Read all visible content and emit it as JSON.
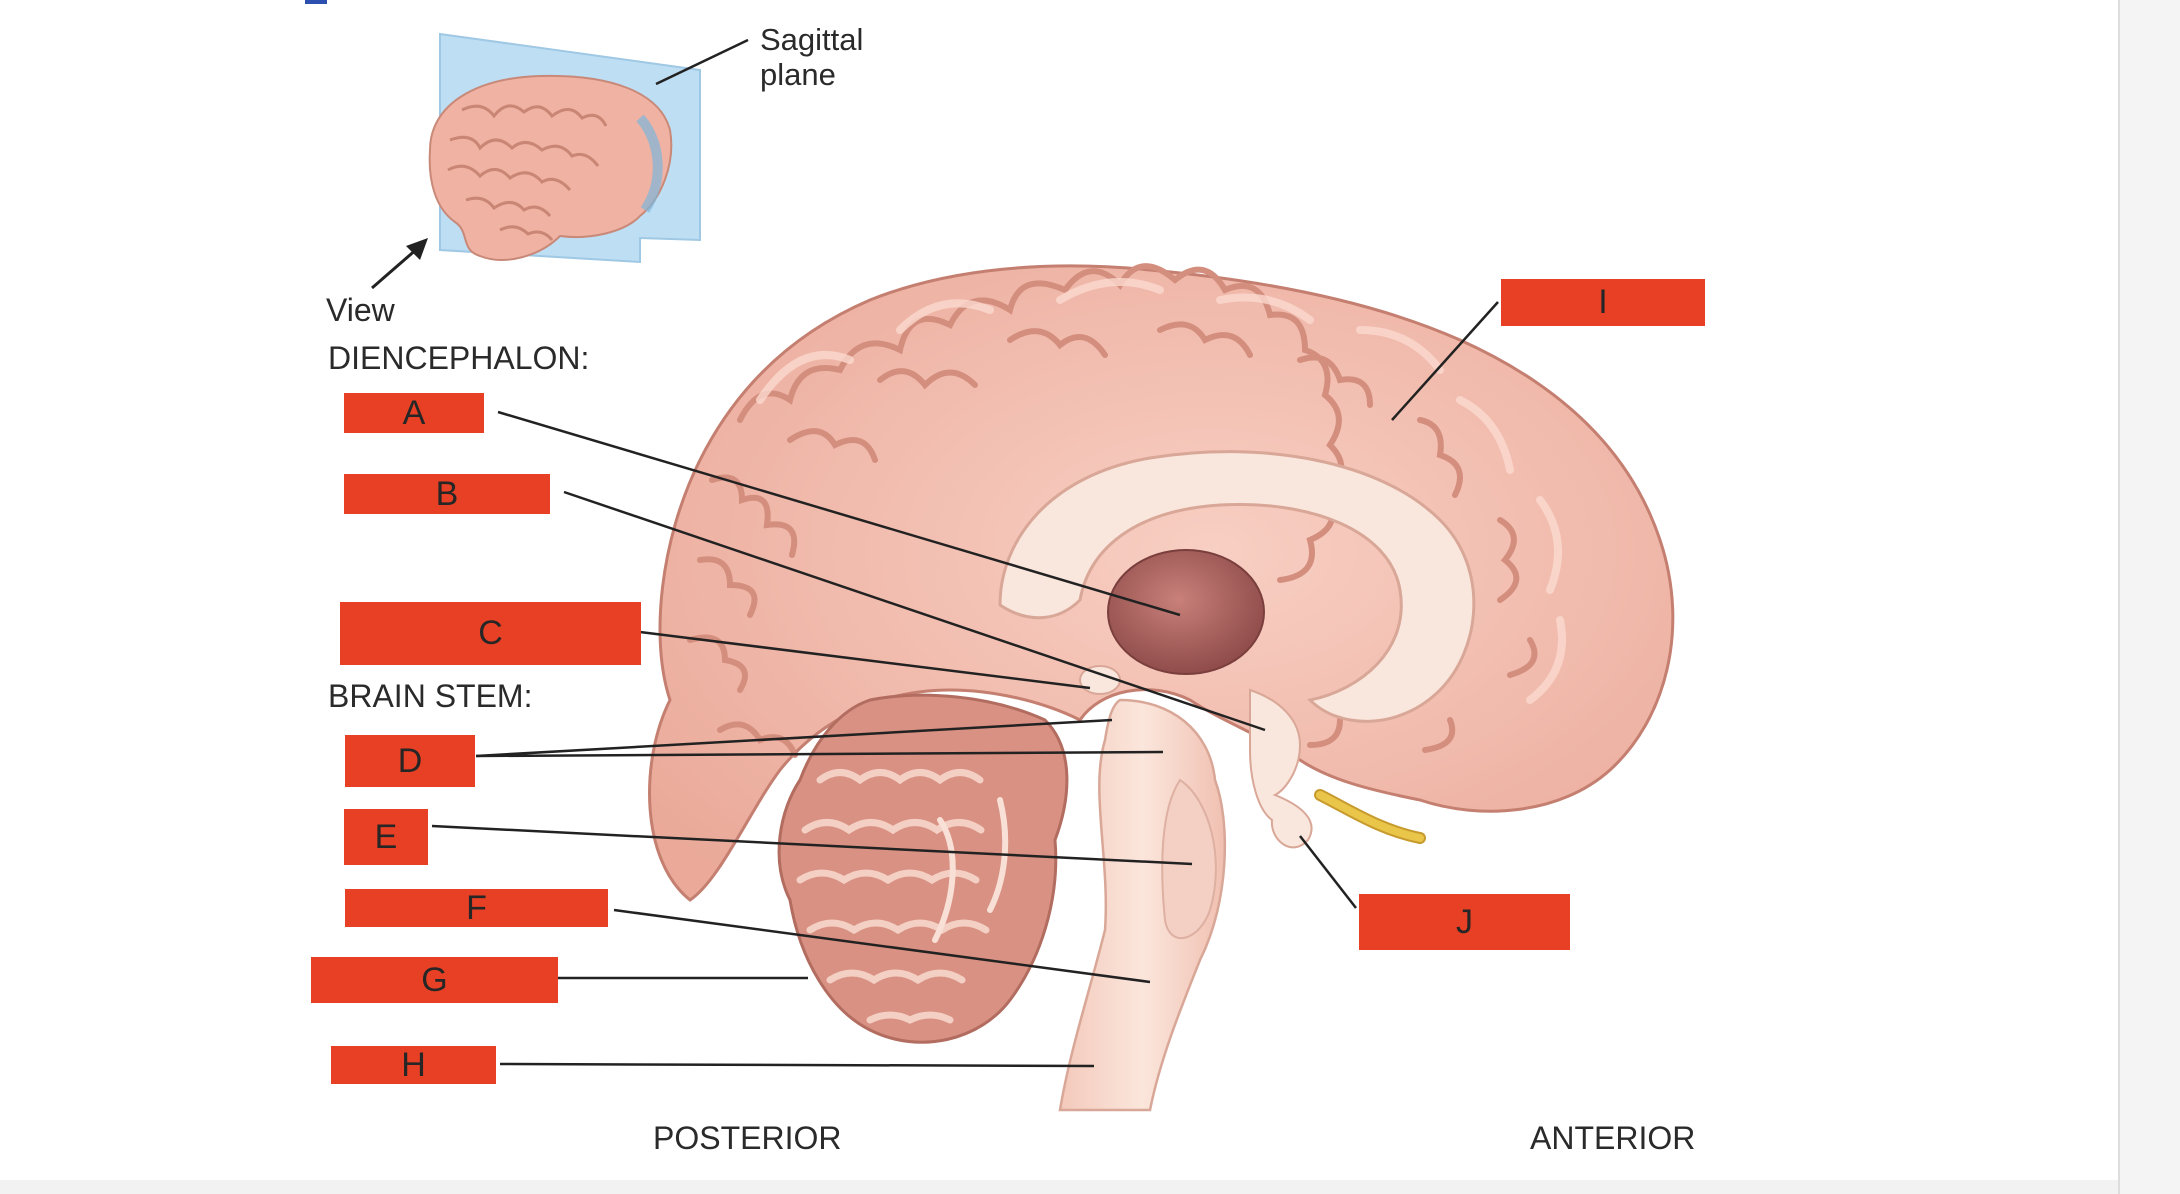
{
  "inset": {
    "plane_label": "Sagittal\nplane",
    "view_label": "View"
  },
  "headings": {
    "diencephalon": "DIENCEPHALON:",
    "brain_stem": "BRAIN STEM:"
  },
  "orientation": {
    "posterior": "POSTERIOR",
    "anterior": "ANTERIOR"
  },
  "labels": {
    "a": "A",
    "b": "B",
    "c": "C",
    "d": "D",
    "e": "E",
    "f": "F",
    "g": "G",
    "h": "H",
    "i": "I",
    "j": "J"
  },
  "colors": {
    "label_box": "#e74025",
    "brain_tissue": "#f2b9ab",
    "brain_gyri": "#e79e8f",
    "white_matter": "#f9e6dc",
    "thalamus": "#b9706b",
    "cerebellum": "#d89182",
    "plane": "#a9d4ef",
    "olfactory_tract": "#e9c54a",
    "leader_line": "#222222"
  }
}
